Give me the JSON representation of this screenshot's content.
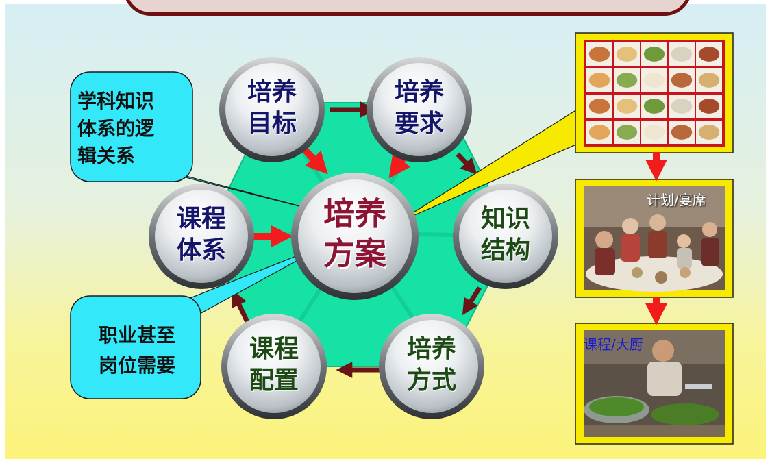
{
  "center": {
    "line1": "培养",
    "line2": "方案"
  },
  "nodes": [
    {
      "id": "peiyang-mubiao",
      "line1": "培养",
      "line2": "目标"
    },
    {
      "id": "peiyang-yaoqiu",
      "line1": "培养",
      "line2": "要求"
    },
    {
      "id": "zhishi-jiegou",
      "line1": "知识",
      "line2": "结构"
    },
    {
      "id": "peiyang-fangshi",
      "line1": "培养",
      "line2": "方式"
    },
    {
      "id": "kecheng-peizhi",
      "line1": "课程",
      "line2": "配置"
    },
    {
      "id": "kecheng-tixi",
      "line1": "课程",
      "line2": "体系"
    }
  ],
  "callouts": {
    "knowledge_logic": [
      "学科知识",
      "体系的逻",
      "辑关系"
    ],
    "career_needs": [
      "职业甚至",
      "岗位需要"
    ]
  },
  "photos": {
    "banquet_label": "计划/宴席",
    "chef_label": "课程/大厨"
  },
  "colors": {
    "hexagon": "#16e2a6",
    "callout": "#33e8f8",
    "frame": "#f7ea00",
    "red_arrow": "#f21c1c",
    "dark_arrow": "#6b1418",
    "node_text": "#14146a",
    "center_text": "#8c1434",
    "green_text": "#1d4a14"
  },
  "icons": {
    "food_grid": "food-dishes-image",
    "banquet": "family-banquet-image",
    "chef": "chef-cutting-vegetables-image"
  }
}
